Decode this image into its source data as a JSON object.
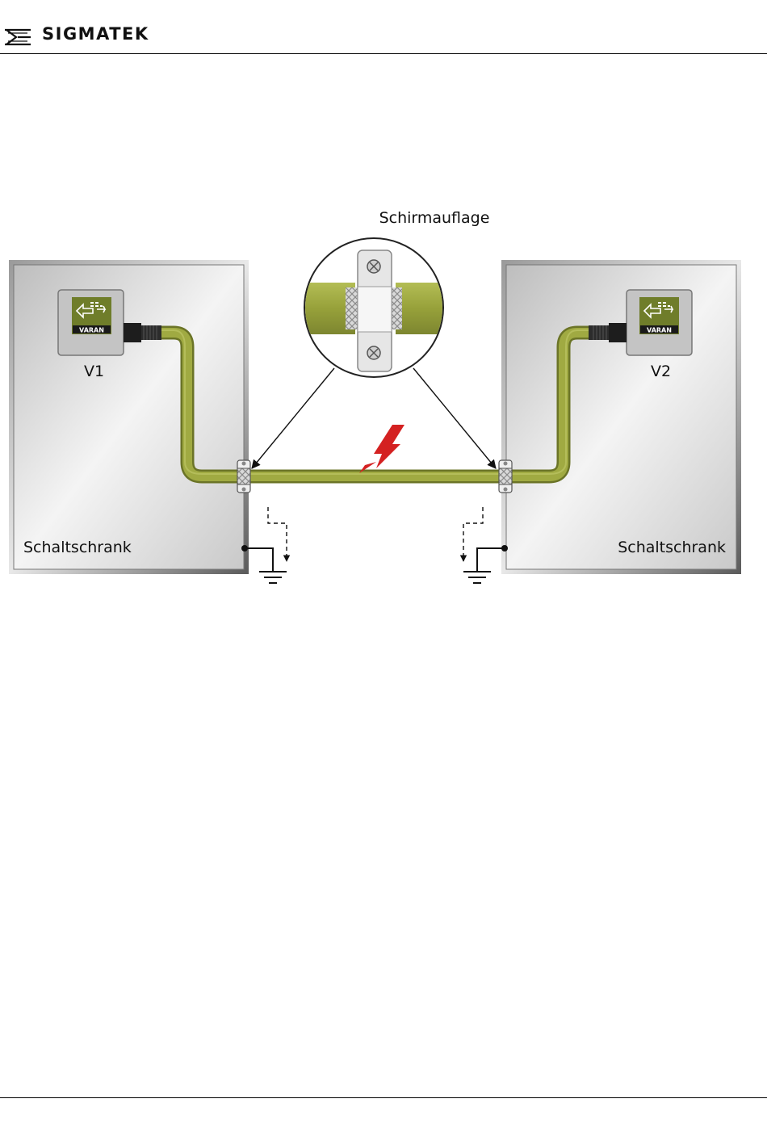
{
  "header": {
    "brand": "SIGMATEK"
  },
  "diagram": {
    "shield_label": "Schirmauflage",
    "device_left": {
      "label": "V1",
      "badge": "VARAN"
    },
    "device_right": {
      "label": "V2",
      "badge": "VARAN"
    },
    "cabinet_left": {
      "label": "Schaltschrank"
    },
    "cabinet_right": {
      "label": "Schaltschrank"
    },
    "colors": {
      "cable": "#9aa43e",
      "lightning": "#d42121",
      "cabinet_fill": "#d8d8d8",
      "device_badge": "#6f7d2a"
    }
  }
}
